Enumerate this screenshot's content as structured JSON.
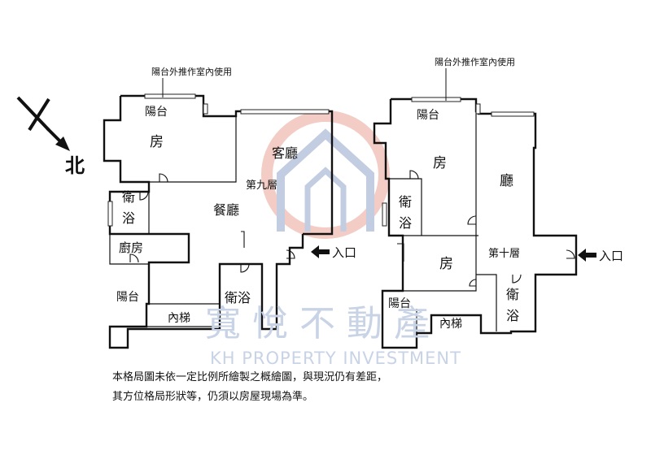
{
  "compass": {
    "label": "北"
  },
  "floor9": {
    "balcony_note": "陽台外推作室內使用",
    "floor_label": "第九層",
    "entrance": "入口",
    "rooms": {
      "balcony_top": "陽台",
      "bedroom": "房",
      "bath_1": [
        "衛",
        "浴"
      ],
      "kitchen": "廚房",
      "living": "客廳",
      "dining": "餐廳",
      "balcony_bottom": "陽台",
      "stairs": "內梯",
      "bath_2": "衛浴"
    }
  },
  "floor10": {
    "balcony_note": "陽台外推作室內使用",
    "floor_label": "第十層",
    "entrance": "入口",
    "rooms": {
      "balcony_top": "陽台",
      "bedroom_1": "房",
      "hall": "廳",
      "bath_1": [
        "衛",
        "浴"
      ],
      "bedroom_2": "房",
      "bath_2": [
        "衛",
        "浴"
      ],
      "balcony_bottom": "陽台",
      "stairs": "內梯"
    }
  },
  "watermark": {
    "cn": "寬悅不動產",
    "en": "KH PROPERTY INVESTMENT"
  },
  "disclaimer": {
    "line1": "本格局圖未依一定比例所繪製之概繪圖，與現況仍有差距，",
    "line2": "其方位格局形狀等，仍須以房屋現場為準。"
  },
  "colors": {
    "logo_ring": "#f0c4bc",
    "logo_mark": "#b9c5de",
    "watermark_text": "#c9d3e6",
    "walls": "#111111"
  }
}
